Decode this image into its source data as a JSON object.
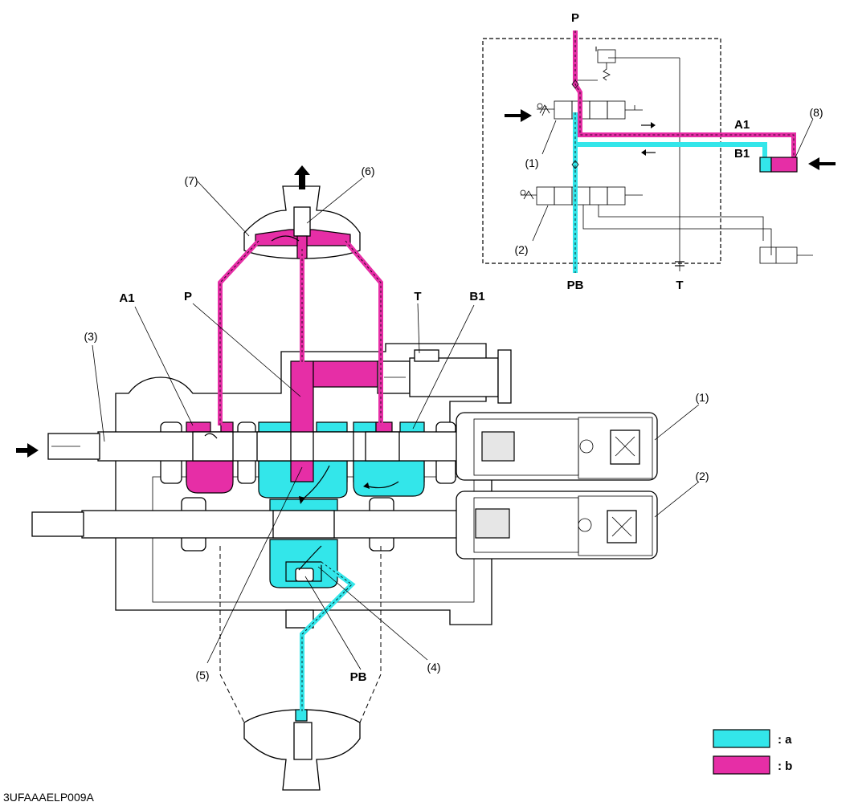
{
  "labels": {
    "A1": "A1",
    "P": "P",
    "T": "T",
    "B1": "B1",
    "PB": "PB",
    "n1": "(1)",
    "n2": "(2)",
    "n3": "(3)",
    "n4": "(4)",
    "n5": "(5)",
    "n6": "(6)",
    "n7": "(7)",
    "n8": "(8)"
  },
  "schematic": {
    "P": "P",
    "PB": "PB",
    "T": "T",
    "A1": "A1",
    "B1": "B1",
    "n1": "(1)",
    "n2": "(2)",
    "n8": "(8)"
  },
  "legend": [
    {
      "label": ": a",
      "color": "#33e6ea"
    },
    {
      "label": ": b",
      "color": "#e62ea6"
    }
  ],
  "figure_code": "3UFAAAELP009A",
  "colors": {
    "a": "#33e6ea",
    "b": "#e62ea6"
  }
}
